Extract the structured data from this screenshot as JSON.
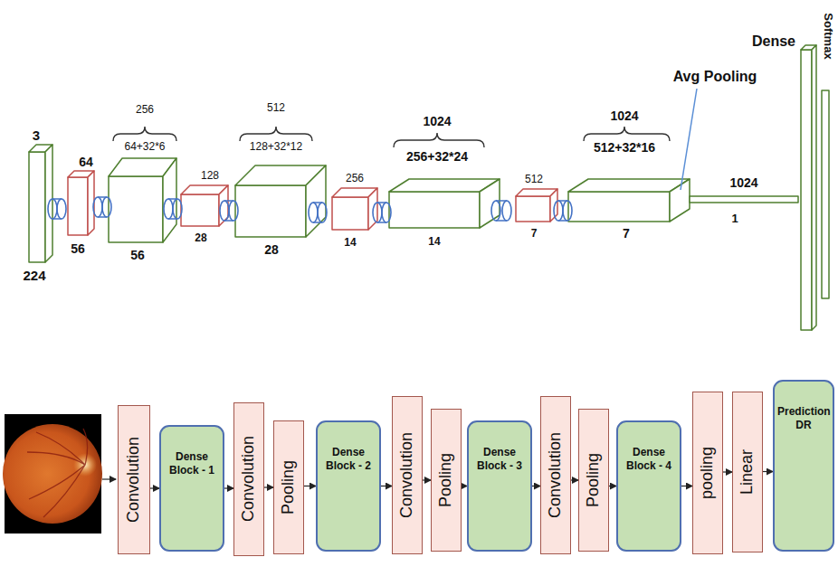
{
  "diagram": {
    "nodes": [
      {
        "text": [
          "Convolution"
        ]
      },
      {
        "text": [
          "Dense Block - 1"
        ]
      },
      {
        "text": [
          "Convolution"
        ]
      },
      {
        "text": [
          "Pooling"
        ]
      },
      {
        "text": [
          "Dense Block - 2"
        ]
      },
      {
        "text": [
          "Convolution"
        ]
      },
      {
        "text": [
          "Pooling"
        ]
      },
      {
        "text": [
          "Dense Block - 3"
        ]
      },
      {
        "text": [
          "Convolution"
        ]
      },
      {
        "text": [
          "Pooling"
        ]
      },
      {
        "text": [
          "Dense Block - 4"
        ]
      },
      {
        "text": [
          "pooling"
        ]
      },
      {
        "text": [
          "Linear"
        ]
      },
      {
        "text": [
          "Prediction DR"
        ]
      }
    ],
    "edges": [
      {
        "from": 0,
        "to": 1,
        "arrow": "to"
      },
      {
        "from": 1,
        "to": 2,
        "arrow": "to"
      },
      {
        "from": 2,
        "to": 3,
        "arrow": "to"
      },
      {
        "from": 3,
        "to": 4,
        "arrow": "to"
      },
      {
        "from": 4,
        "to": 5,
        "arrow": "to"
      },
      {
        "from": 5,
        "to": 6,
        "arrow": "to"
      },
      {
        "from": 6,
        "to": 7,
        "arrow": "to"
      },
      {
        "from": 7,
        "to": 8,
        "arrow": "to"
      },
      {
        "from": 8,
        "to": 9,
        "arrow": "to"
      },
      {
        "from": 9,
        "to": 10,
        "arrow": "to"
      },
      {
        "from": 10,
        "to": 11,
        "arrow": "to"
      },
      {
        "from": 11,
        "to": 12,
        "arrow": "to"
      },
      {
        "from": 12,
        "to": 13,
        "arrow": "to"
      }
    ],
    "labels": [
      "3",
      "224",
      "64",
      "56",
      "256",
      "64+32*6",
      "56",
      "128",
      "28",
      "512",
      "128+32*12",
      "28",
      "256",
      "14",
      "1024",
      "256+32*24",
      "14",
      "512",
      "7",
      "1024",
      "512+32*16",
      "7",
      "Avg Pooling",
      "1024",
      "1",
      "Dense",
      "Softmax"
    ]
  }
}
